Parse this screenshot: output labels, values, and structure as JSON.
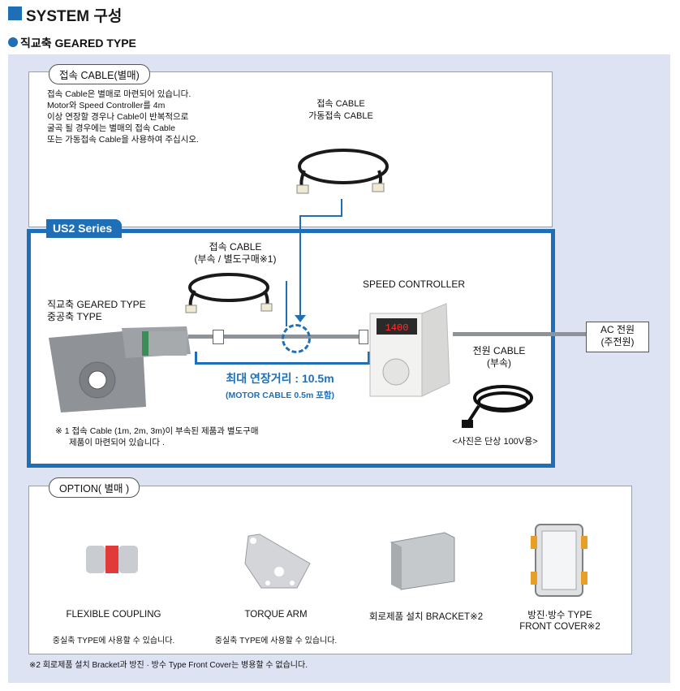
{
  "header": {
    "title": "SYSTEM 구성",
    "subtitle": "직교축 GEARED TYPE"
  },
  "cable_panel": {
    "tab": "접속 CABLE(별매)",
    "description": [
      "접속 Cable은 별매로 마련되어 있습니다.",
      "Motor와 Speed Controller를 4m",
      "이상 연장할 경우나 Cable이 반복적으로",
      "굴곡 될 경우에는 별매의 접속 Cable",
      "또는 가동접속 Cable을 사용하여 주십시오."
    ],
    "cable_label_1": "접속 CABLE",
    "cable_label_2": "가동접속 CABLE"
  },
  "series": {
    "tab": "US2 Series",
    "motor_label_1": "직교축 GEARED TYPE",
    "motor_label_2": "중공축 TYPE",
    "cable_label_1": "접속 CABLE",
    "cable_label_2": "(부속 / 별도구매※1)",
    "controller_label": "SPEED CONTROLLER",
    "display_value": "1400",
    "max_distance": "최대 연장거리 : 10.5m",
    "max_distance_note": "(MOTOR CABLE 0.5m 포함)",
    "power_cable_1": "전원 CABLE",
    "power_cable_2": "(부속)",
    "power_photo_note": "<사진은 단상 100V용>",
    "footnote_1": "※ 1 접속 Cable (1m, 2m, 3m)이 부속된 제품과 별도구매",
    "footnote_2": "제품이 마련되어 있습니다 ."
  },
  "ac_power": {
    "line1": "AC 전원",
    "line2": "(주전원)"
  },
  "option_panel": {
    "tab": "OPTION( 별매 )",
    "items": [
      {
        "name": "FLEXIBLE COUPLING",
        "note": "중실축 TYPE에 사용할 수 있습니다."
      },
      {
        "name": "TORQUE ARM",
        "note": "중실축 TYPE에 사용할 수 있습니다."
      },
      {
        "name": "회로제품 설치 BRACKET※2",
        "note": ""
      },
      {
        "name": "방진·방수 TYPE",
        "name2": "FRONT COVER※2",
        "note": ""
      }
    ]
  },
  "footnote_2": "※2 회로제품 설치 Bracket과 방진 · 방수 Type Front Cover는 병용할 수 없습니다.",
  "colors": {
    "accent_blue": "#1f6fb7",
    "background_panel": "#dde3f2",
    "motor_gray": "#8f9296",
    "connector_cream": "#f1ead2"
  }
}
